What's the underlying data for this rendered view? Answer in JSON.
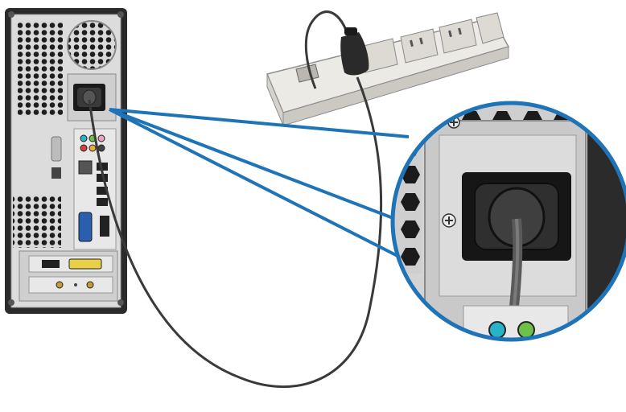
{
  "diagram": {
    "parts": {
      "pc_tower": {
        "name": "pc-tower",
        "interactable": false
      },
      "power_socket": {
        "name": "power-inlet-socket",
        "interactable": false
      },
      "power_strip": {
        "name": "power-strip",
        "outlets": 4,
        "interactable": false
      },
      "plug": {
        "name": "power-plug",
        "interactable": false
      },
      "cable": {
        "name": "power-cable",
        "interactable": false
      },
      "zoom": {
        "name": "zoom-callout",
        "interactable": false
      }
    },
    "ports": {
      "audio_jacks_top": [
        "#28b4c8",
        "#6fc04a",
        "#f0a0c0"
      ],
      "audio_jacks_bottom": [
        "#d84040",
        "#f2a93b",
        "#444444"
      ]
    },
    "colors": {
      "callout_blue": "#1f73b7",
      "chassis_light": "#d9d9d9",
      "chassis_dark": "#2b2b2b",
      "cable": "#3a3a3a"
    }
  }
}
